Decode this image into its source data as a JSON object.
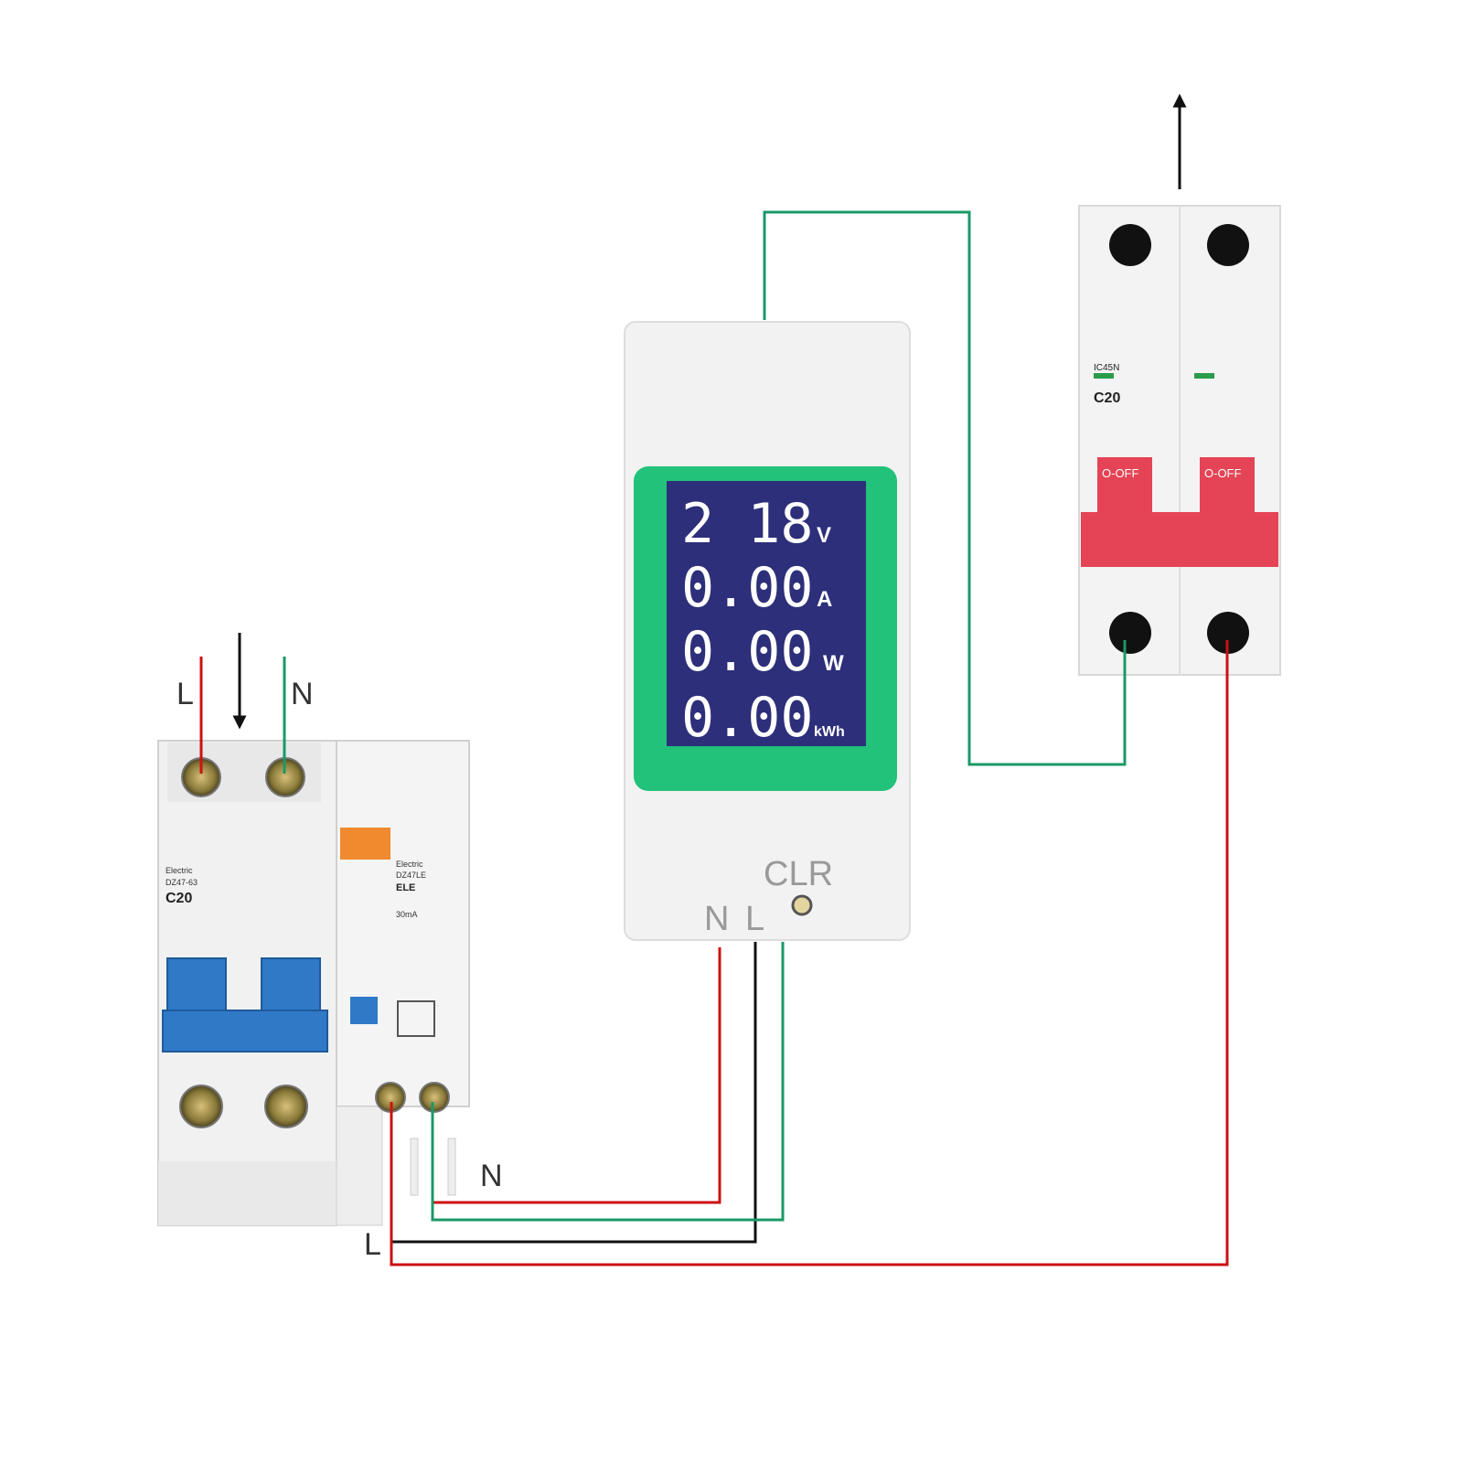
{
  "colors": {
    "live_wire": "#cc1111",
    "neutral_wire": "#1a9966",
    "black_wire": "#111111",
    "lcd_bezel": "#22c27a",
    "lcd_screen": "#2d2f7a",
    "lcd_digits": "#ffffff",
    "breaker_handle_blue": "#2f79c7",
    "breaker_handle_red": "#e44455",
    "module_body": "#f2f2f2",
    "label_text": "#333333"
  },
  "input_labels": {
    "live": "L",
    "neutral": "N"
  },
  "rcbo": {
    "mcb_brand": "Electric",
    "mcb_model": "DZ47-63",
    "mcb_rating": "C20",
    "rcd_brand": "Electric",
    "rcd_model": "DZ47LE",
    "rcd_type": "ELE",
    "rcd_trip_current": "30mA",
    "out_label_n": "N",
    "out_label_l": "L"
  },
  "meter": {
    "readings": [
      {
        "value": "2 18",
        "unit": "V"
      },
      {
        "value": "0.00",
        "unit": "A"
      },
      {
        "value": "0.00",
        "unit": "W"
      },
      {
        "value": "0.00",
        "unit": "kWh"
      }
    ],
    "clear_label": "CLR",
    "terminal_n": "N",
    "terminal_l": "L"
  },
  "output_breaker": {
    "model": "IC45N",
    "rating": "C20",
    "switch_labels": [
      "O-OFF",
      "O-OFF"
    ]
  }
}
